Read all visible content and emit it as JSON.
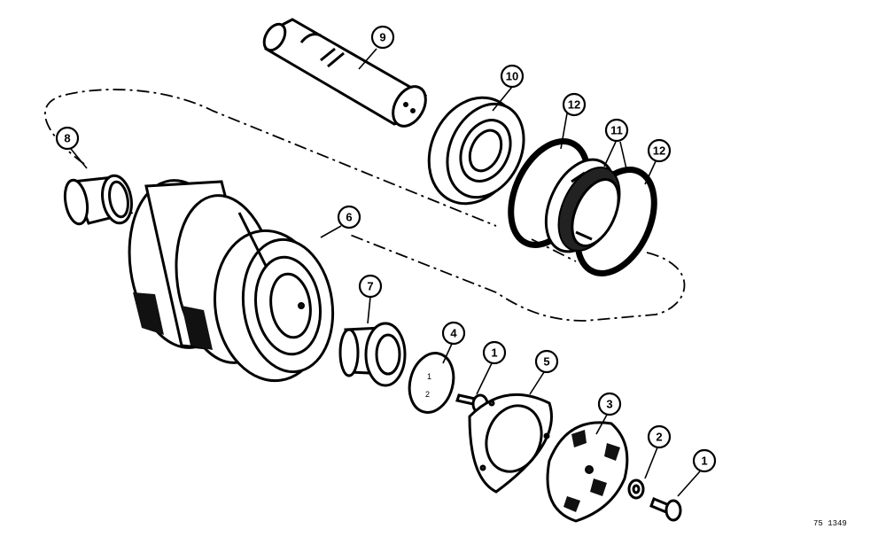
{
  "figure_id": "75 1349",
  "callouts": [
    {
      "id": "callout-9",
      "label": "9"
    },
    {
      "id": "callout-10",
      "label": "10"
    },
    {
      "id": "callout-12a",
      "label": "12"
    },
    {
      "id": "callout-11",
      "label": "11"
    },
    {
      "id": "callout-12b",
      "label": "12"
    },
    {
      "id": "callout-8",
      "label": "8"
    },
    {
      "id": "callout-6",
      "label": "6"
    },
    {
      "id": "callout-7",
      "label": "7"
    },
    {
      "id": "callout-4",
      "label": "4"
    },
    {
      "id": "callout-1a",
      "label": "1"
    },
    {
      "id": "callout-5",
      "label": "5"
    },
    {
      "id": "callout-3",
      "label": "3"
    },
    {
      "id": "callout-2",
      "label": "2"
    },
    {
      "id": "callout-1b",
      "label": "1"
    }
  ]
}
